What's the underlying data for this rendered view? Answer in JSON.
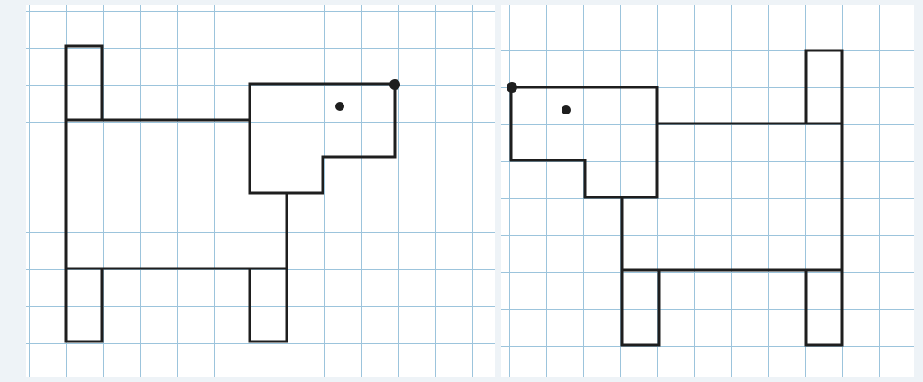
{
  "title": "",
  "figures": [
    {
      "id": "original-dog",
      "facing": "right",
      "line_color": "#1e1e1e"
    },
    {
      "id": "mirrored-dog",
      "facing": "left",
      "line_color": "#1e1e1e"
    }
  ],
  "grid": {
    "line_color": "#9cc4dc",
    "paper_color": "#ffffff"
  }
}
